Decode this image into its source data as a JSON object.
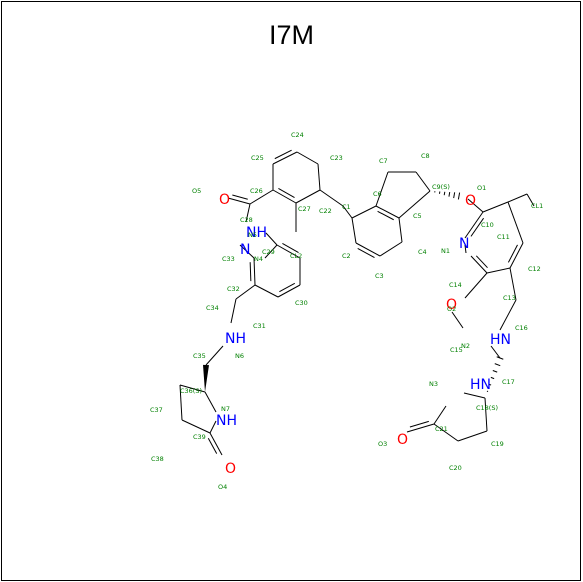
{
  "title": "I7M",
  "colors": {
    "bond": "#000000",
    "nitrogen": "#0000FF",
    "oxygen": "#FF0000",
    "index_label": "#008000",
    "border": "#000000"
  },
  "heteroatom_labels": [
    {
      "id": "n_nh4",
      "text": "NH",
      "element": "N"
    },
    {
      "id": "n_n5",
      "text": "N",
      "element": "N"
    },
    {
      "id": "n_n6",
      "text": "NH",
      "element": "N"
    },
    {
      "id": "n_n7",
      "text": "NH",
      "element": "N"
    },
    {
      "id": "n_n1",
      "text": "N",
      "element": "N"
    },
    {
      "id": "n_n2",
      "text": "HN",
      "element": "N"
    },
    {
      "id": "n_n3",
      "text": "HN",
      "element": "N"
    },
    {
      "id": "o_o5",
      "text": "O",
      "element": "O"
    },
    {
      "id": "o_o1",
      "text": "O",
      "element": "O"
    },
    {
      "id": "o_o2",
      "text": "O",
      "element": "O"
    },
    {
      "id": "o_o3",
      "text": "O",
      "element": "O"
    },
    {
      "id": "o_o4",
      "text": "O",
      "element": "O"
    }
  ],
  "index_labels": [
    {
      "id": "i_c24",
      "text": "C24"
    },
    {
      "id": "i_c25",
      "text": "C25"
    },
    {
      "id": "i_c23",
      "text": "C23"
    },
    {
      "id": "i_c26",
      "text": "C26"
    },
    {
      "id": "i_c22",
      "text": "C22"
    },
    {
      "id": "i_c27",
      "text": "C27"
    },
    {
      "id": "i_c28",
      "text": "C28"
    },
    {
      "id": "i_o5",
      "text": "O5"
    },
    {
      "id": "i_cl2",
      "text": "CL2"
    },
    {
      "id": "i_n4",
      "text": "N4"
    },
    {
      "id": "i_n5",
      "text": "N5"
    },
    {
      "id": "i_c29",
      "text": "C29"
    },
    {
      "id": "i_c33",
      "text": "C33"
    },
    {
      "id": "i_c32",
      "text": "C32"
    },
    {
      "id": "i_c30",
      "text": "C30"
    },
    {
      "id": "i_c31",
      "text": "C31"
    },
    {
      "id": "i_c34",
      "text": "C34"
    },
    {
      "id": "i_n6",
      "text": "N6"
    },
    {
      "id": "i_c35",
      "text": "C35"
    },
    {
      "id": "i_c36",
      "text": "C36(S)"
    },
    {
      "id": "i_c37",
      "text": "C37"
    },
    {
      "id": "i_n7",
      "text": "N7"
    },
    {
      "id": "i_c39",
      "text": "C39"
    },
    {
      "id": "i_c38",
      "text": "C38"
    },
    {
      "id": "i_o4",
      "text": "O4"
    },
    {
      "id": "i_c7",
      "text": "C7"
    },
    {
      "id": "i_c8",
      "text": "C8"
    },
    {
      "id": "i_c6",
      "text": "C6"
    },
    {
      "id": "i_c1",
      "text": "C1"
    },
    {
      "id": "i_c9",
      "text": "C9(S)"
    },
    {
      "id": "i_o1",
      "text": "O1"
    },
    {
      "id": "i_c5",
      "text": "C5"
    },
    {
      "id": "i_c2",
      "text": "C2"
    },
    {
      "id": "i_c4",
      "text": "C4"
    },
    {
      "id": "i_c3",
      "text": "C3"
    },
    {
      "id": "i_cl1",
      "text": "CL1"
    },
    {
      "id": "i_c10",
      "text": "C10"
    },
    {
      "id": "i_c11",
      "text": "C11"
    },
    {
      "id": "i_n1",
      "text": "N1"
    },
    {
      "id": "i_c12",
      "text": "C12"
    },
    {
      "id": "i_c14",
      "text": "C14"
    },
    {
      "id": "i_c13",
      "text": "C13"
    },
    {
      "id": "i_o2",
      "text": "O2"
    },
    {
      "id": "i_c16",
      "text": "C16"
    },
    {
      "id": "i_n2",
      "text": "N2"
    },
    {
      "id": "i_c15",
      "text": "C15"
    },
    {
      "id": "i_n3",
      "text": "N3"
    },
    {
      "id": "i_c17",
      "text": "C17"
    },
    {
      "id": "i_c18",
      "text": "C18(S)"
    },
    {
      "id": "i_c21",
      "text": "C21"
    },
    {
      "id": "i_o3",
      "text": "O3"
    },
    {
      "id": "i_c19",
      "text": "C19"
    },
    {
      "id": "i_c20",
      "text": "C20"
    }
  ]
}
